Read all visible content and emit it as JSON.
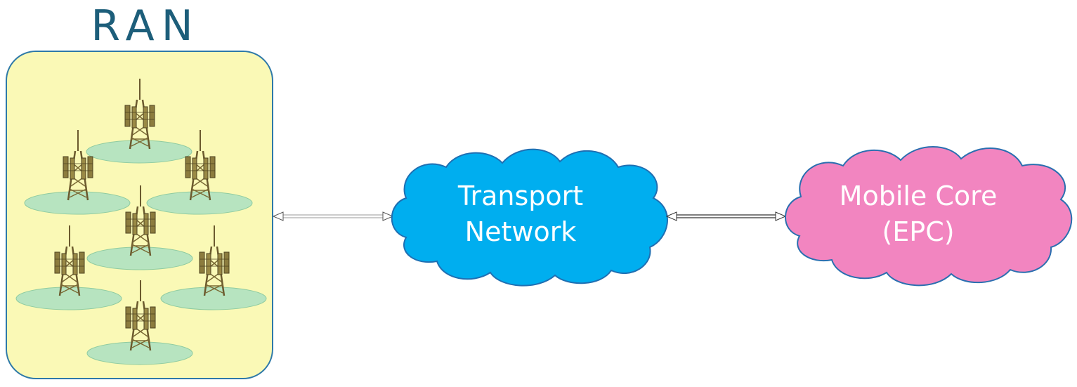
{
  "ran": {
    "title": "RAN",
    "panel_fill": "#FAF9B6",
    "panel_border": "#2E79A8",
    "title_color": "#1D5E7A",
    "tower_count": 7,
    "coverage_fill": "#B7E4C0"
  },
  "transport": {
    "line1": "Transport",
    "line2": "Network",
    "fill": "#00AEEF",
    "border": "#1F6FB2"
  },
  "core": {
    "line1": "Mobile Core",
    "line2": "(EPC)",
    "fill": "#F285C0",
    "border": "#2A6FB0"
  },
  "links": [
    {
      "from": "ran",
      "to": "transport",
      "arrow": "both"
    },
    {
      "from": "transport",
      "to": "core",
      "arrow": "both"
    }
  ]
}
